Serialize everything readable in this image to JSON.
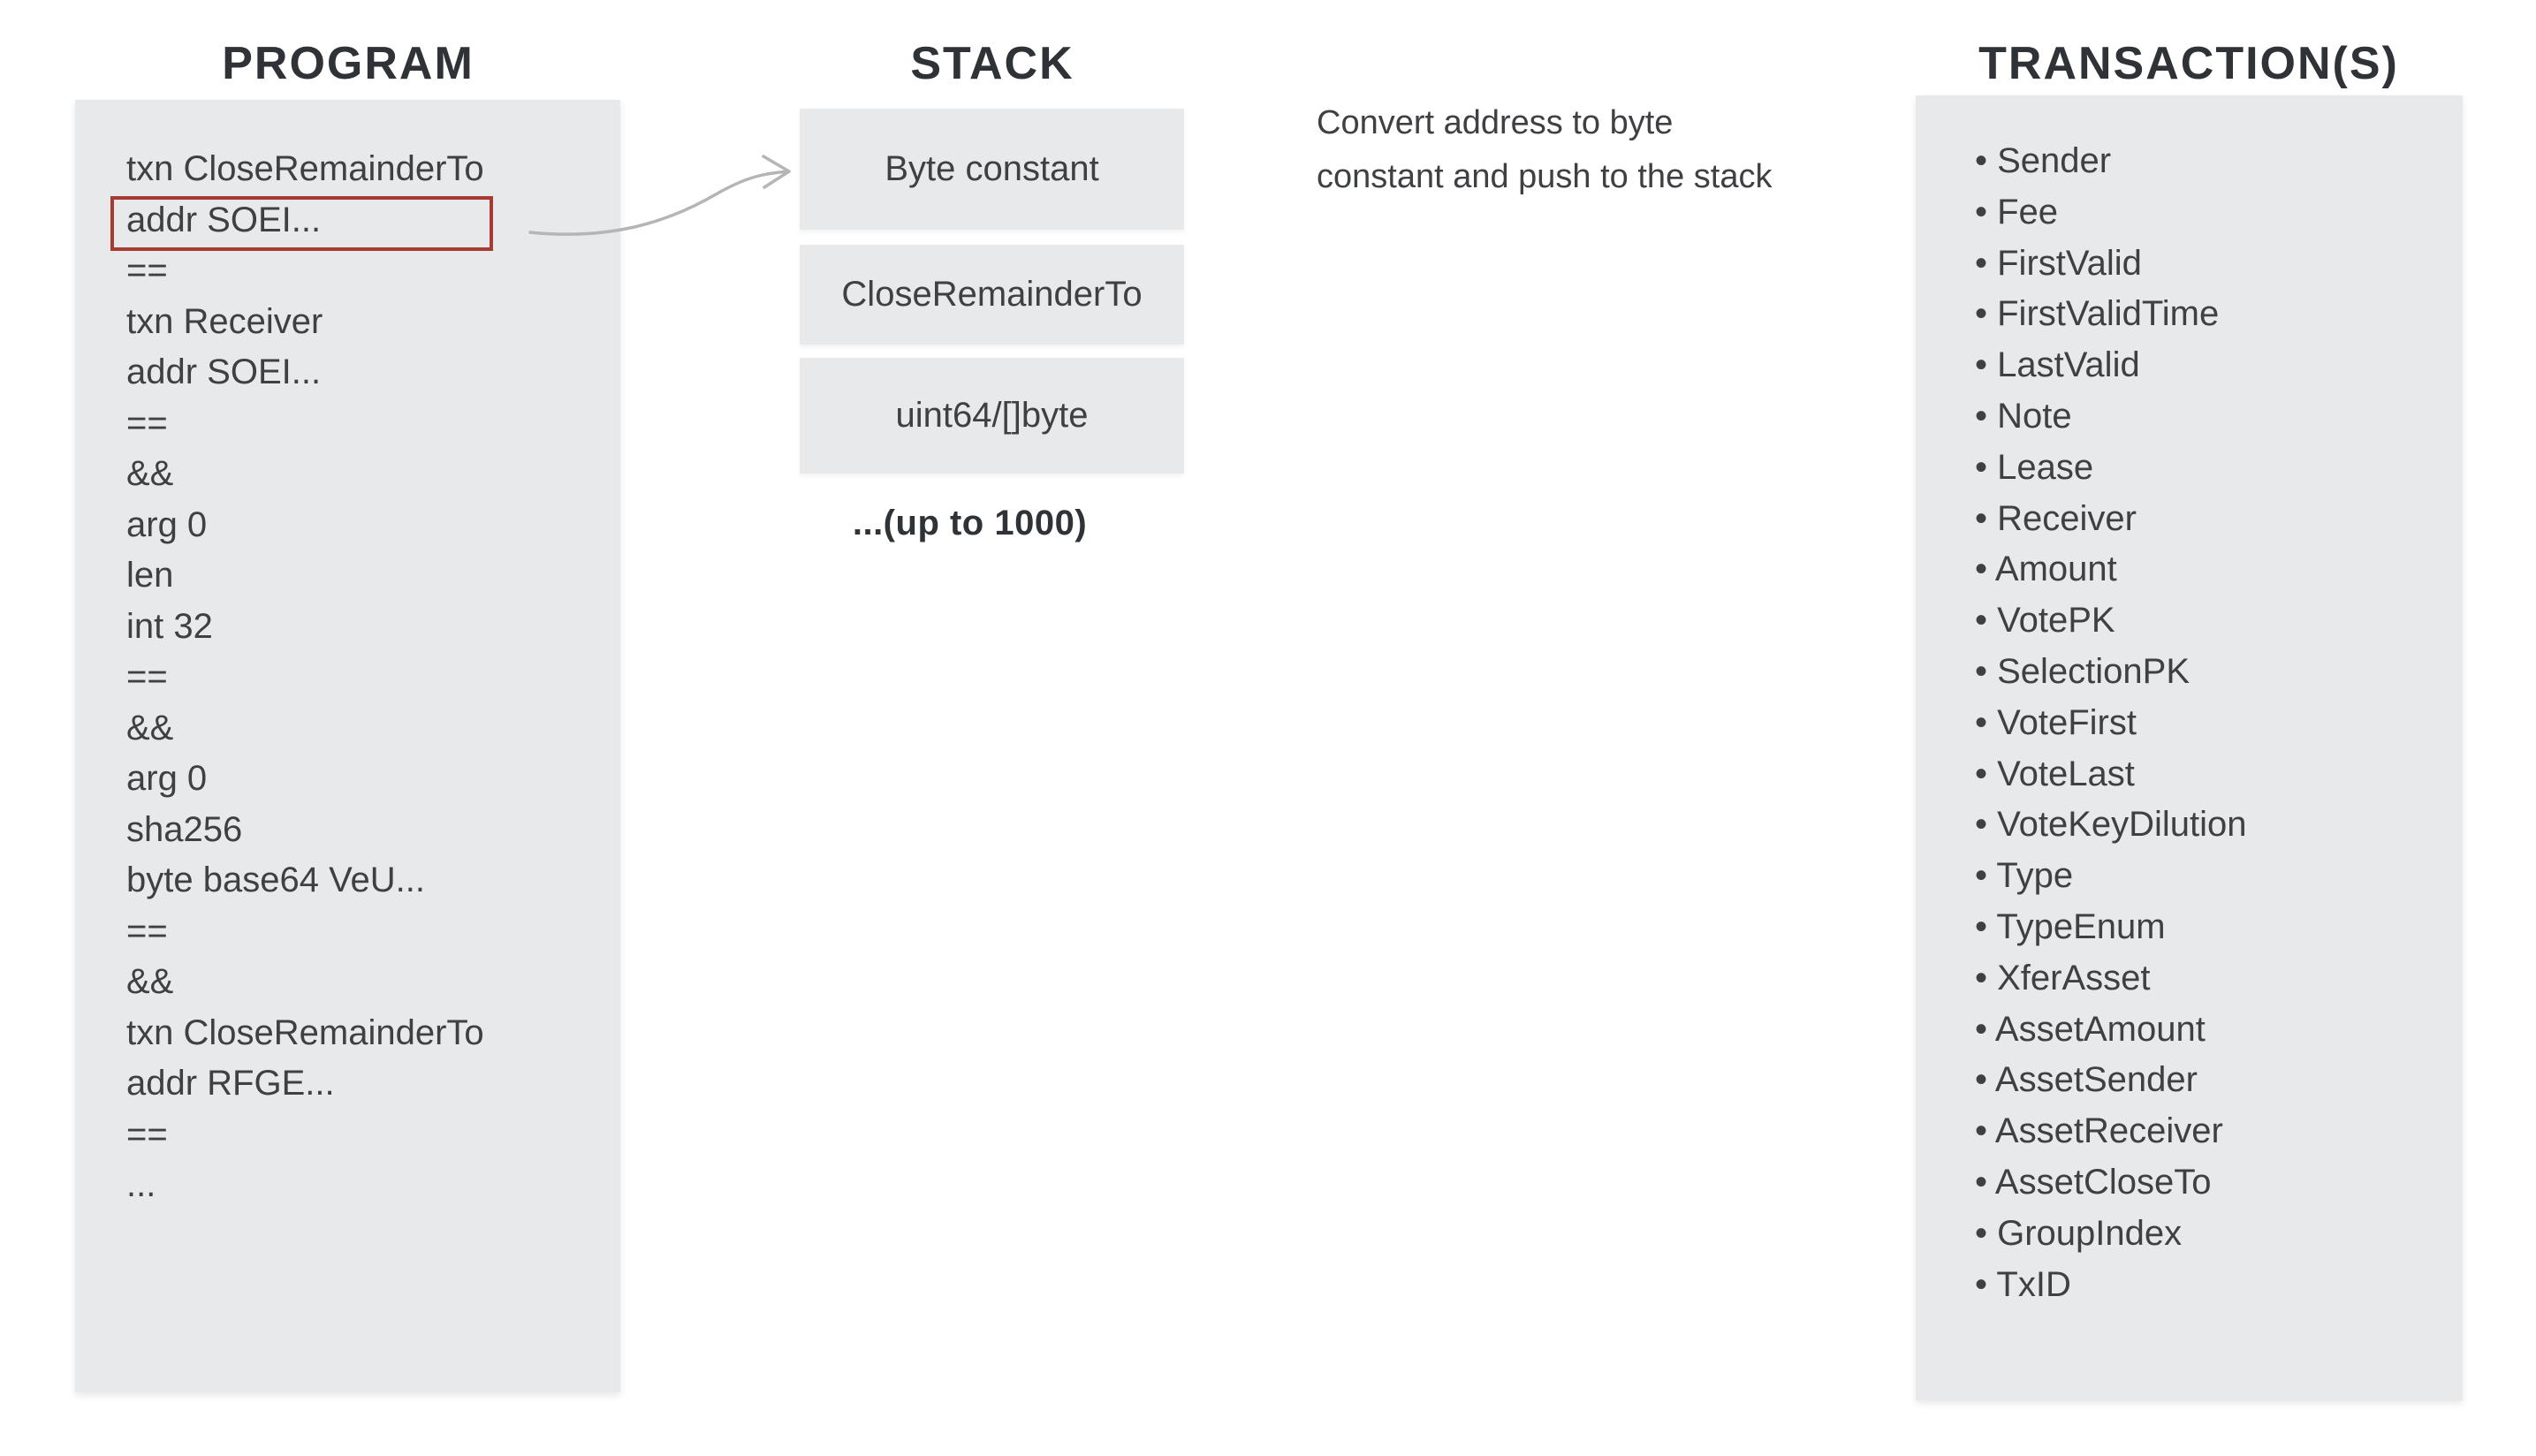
{
  "titles": {
    "program": "PROGRAM",
    "stack": "STACK",
    "transactions": "TRANSACTION(S)"
  },
  "program": {
    "lines": [
      "txn CloseRemainderTo",
      "addr SOEI...",
      "==",
      "txn Receiver",
      "addr SOEI...",
      "==",
      "&&",
      "arg 0",
      "len",
      "int 32",
      "==",
      "&&",
      "arg 0",
      "sha256",
      "byte base64 VeU...",
      "==",
      "&&",
      "txn CloseRemainderTo",
      "addr RFGE...",
      "==",
      "..."
    ],
    "highlighted_line": "addr SOEI...",
    "highlighted_line_index": 1
  },
  "stack": {
    "boxes": [
      "Byte constant",
      "CloseRemainderTo",
      "uint64/[]byte"
    ],
    "overflow_note": "...(up to 1000)"
  },
  "annotation": {
    "lines": [
      "Convert address to byte",
      "constant and push to the stack"
    ]
  },
  "transactions": {
    "fields": [
      "Sender",
      "Fee",
      "FirstValid",
      "FirstValidTime",
      "LastValid",
      "Note",
      "Lease",
      "Receiver",
      "Amount",
      "VotePK",
      "SelectionPK",
      "VoteFirst",
      "VoteLast",
      "VoteKeyDilution",
      "Type",
      "TypeEnum",
      "XferAsset",
      "AssetAmount",
      "AssetSender",
      "AssetReceiver",
      "AssetCloseTo",
      "GroupIndex",
      "TxID"
    ],
    "bullet": "• "
  },
  "colors": {
    "panel": "#e8e9eb",
    "text": "#3e4043",
    "title": "#2f3236",
    "highlight_border": "#a93a32",
    "arrow": "#b4b5b7",
    "background": "#ffffff"
  }
}
